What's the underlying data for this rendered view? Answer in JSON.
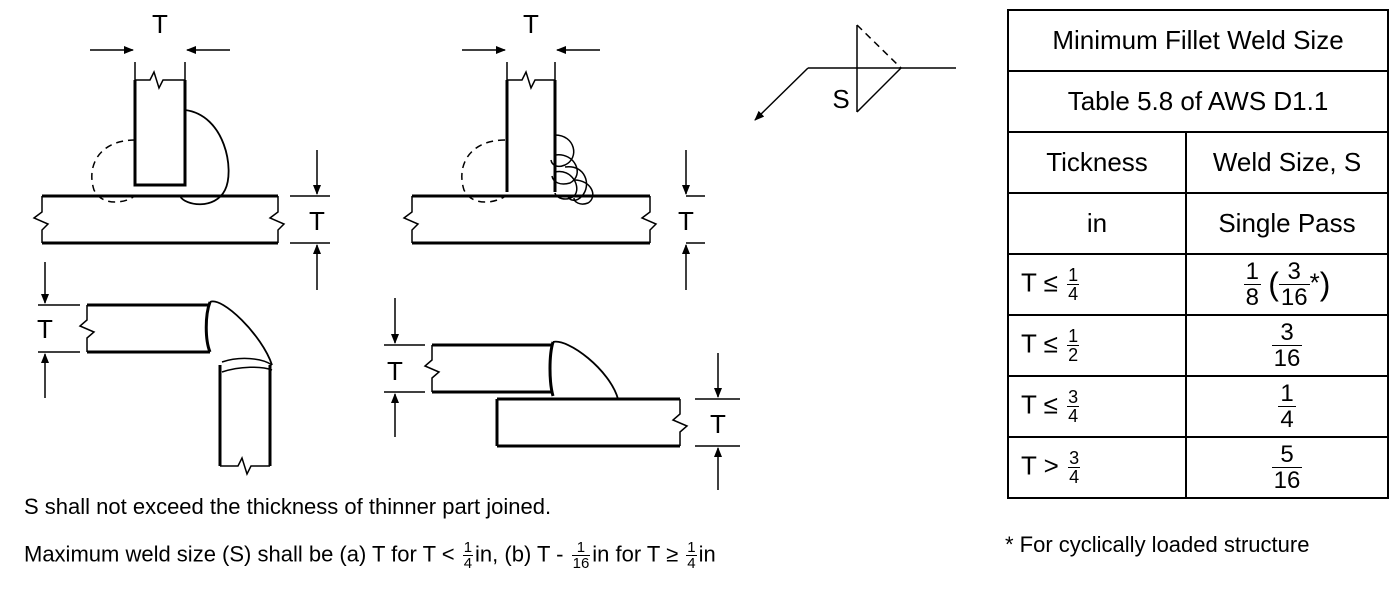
{
  "dimension_label": "T",
  "weld_symbol_label": "S",
  "notes": {
    "line1": "S shall not exceed the thickness of thinner part joined.",
    "line2": {
      "a": "Maximum weld size (S) shall be (a) T for T <",
      "frac1_num": "1",
      "frac1_den": "4",
      "b": "in, (b) T -",
      "frac2_num": "1",
      "frac2_den": "16",
      "c": "in for T ≥",
      "frac3_num": "1",
      "frac3_den": "4",
      "d": "in"
    }
  },
  "table": {
    "title": "Minimum Fillet Weld Size",
    "subtitle": "Table 5.8 of AWS D1.1",
    "col1_header": "Tickness",
    "col2_header": "Weld Size, S",
    "col1_unit": "in",
    "col2_unit": "Single Pass",
    "rows": [
      {
        "op": "T ≤",
        "t_num": "1",
        "t_den": "4",
        "s_num": "1",
        "s_den": "8",
        "alt_num": "3",
        "alt_den": "16",
        "alt_mark": "*"
      },
      {
        "op": "T ≤",
        "t_num": "1",
        "t_den": "2",
        "s_num": "3",
        "s_den": "16"
      },
      {
        "op": "T ≤",
        "t_num": "3",
        "t_den": "4",
        "s_num": "1",
        "s_den": "4"
      },
      {
        "op": "T >",
        "t_num": "3",
        "t_den": "4",
        "s_num": "5",
        "s_den": "16"
      }
    ],
    "footnote": "* For cyclically loaded structure"
  }
}
